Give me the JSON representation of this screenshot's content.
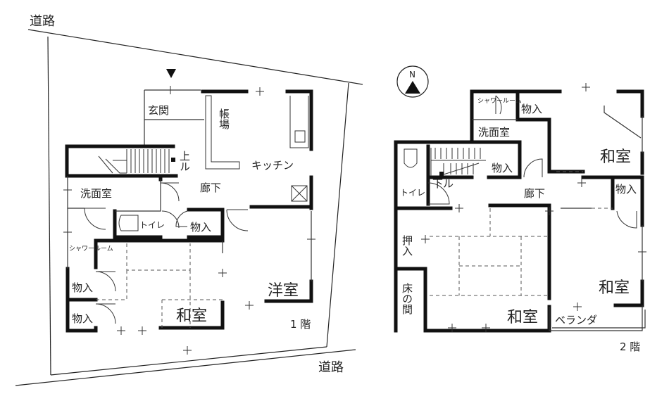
{
  "roads": {
    "top": "道路",
    "bottom": "道路"
  },
  "compass": {
    "letter": "N"
  },
  "floor1": {
    "label": "1 階",
    "rooms": {
      "entrance": "玄関",
      "office": "帳場",
      "kitchen": "キッチン",
      "stairs_up": "上ル",
      "washroom": "洗面室",
      "hall": "廊下",
      "toilet": "トイレ",
      "closet": "物入",
      "shower": "シャワールーム",
      "closet_a": "物入",
      "closet_b": "物入",
      "japanese_room": "和室",
      "western_room": "洋室"
    }
  },
  "floor2": {
    "label": "2 階",
    "rooms": {
      "shower": "シャワールーム",
      "closet_top": "物入",
      "washroom": "洗面室",
      "japanese_room_ne": "和室",
      "toilet": "トイレ",
      "stairs_down": "下ル",
      "closet_mid": "物入",
      "hall": "廊下",
      "closet_e": "物入",
      "oshiire": "押入",
      "tokonoma": "床の間",
      "japanese_room_se": "和室",
      "japanese_room_s": "和室",
      "veranda": "ベランダ"
    }
  }
}
